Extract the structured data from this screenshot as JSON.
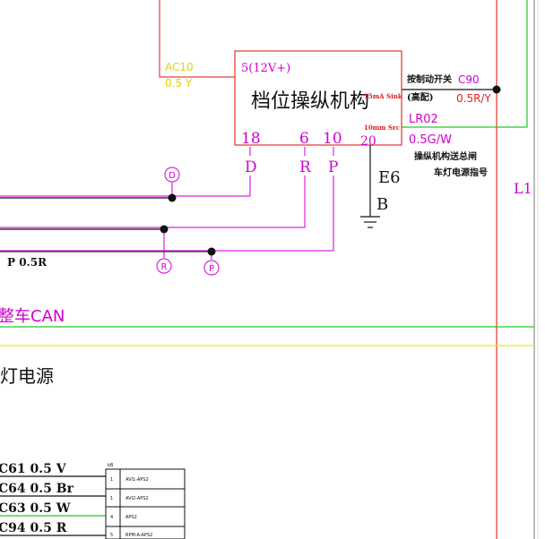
{
  "colors": {
    "wire_red": "#e8403a",
    "wire_black": "#111111",
    "wire_magenta": "#e020e0",
    "wire_green": "#22cc22",
    "wire_yellow": "#f0e020",
    "text_magenta": "#d000d0",
    "text_yellow": "#e8d000",
    "text_red": "#e02020",
    "frame_gray": "#bbbbbb"
  },
  "module": {
    "title": "档位操纵机构",
    "pin_power": "5(12V+)",
    "pin_18": "18",
    "pin_6": "6",
    "pin_10": "10",
    "pin_20": "20",
    "side_label_upper": "15mA Sink",
    "side_label_lower": "10mm Src"
  },
  "wires": {
    "ac10_code": "AC10",
    "ac10_spec": "0.5 Y",
    "c90_code": "C90",
    "c90_spec": "0.5R/Y",
    "lr02_code": "LR02",
    "lr02_spec": "0.5G/W",
    "p_spec": "P 0.5R",
    "l1": "L1"
  },
  "annotations": {
    "control_switch": "按制动开关",
    "high_config": "(高配)",
    "signal_note_1": "操纵机构送总闸",
    "signal_note_2": "车灯电源指号",
    "gear_d": "D",
    "gear_r": "R",
    "gear_p": "P"
  },
  "ground": {
    "code": "E6",
    "color_code": "B"
  },
  "circles": {
    "d": "D",
    "r": "R",
    "p": "P"
  },
  "bus": {
    "can_label": "整车CAN"
  },
  "section": {
    "power_title": "灯电源"
  },
  "bottom_wires": [
    {
      "label": "C61 0.5 V"
    },
    {
      "label": "C64 0.5 Br"
    },
    {
      "label": "C63 0.5 W"
    },
    {
      "label": "C94 0.5 R"
    }
  ],
  "connector": {
    "header": "kB",
    "rows": [
      {
        "pin": "1",
        "name": "AVI1-APS2"
      },
      {
        "pin": "1",
        "name": "AVI2-APS2"
      },
      {
        "pin": "4",
        "name": "APS2"
      },
      {
        "pin": "5",
        "name": "RPM-A-APS2"
      }
    ]
  }
}
